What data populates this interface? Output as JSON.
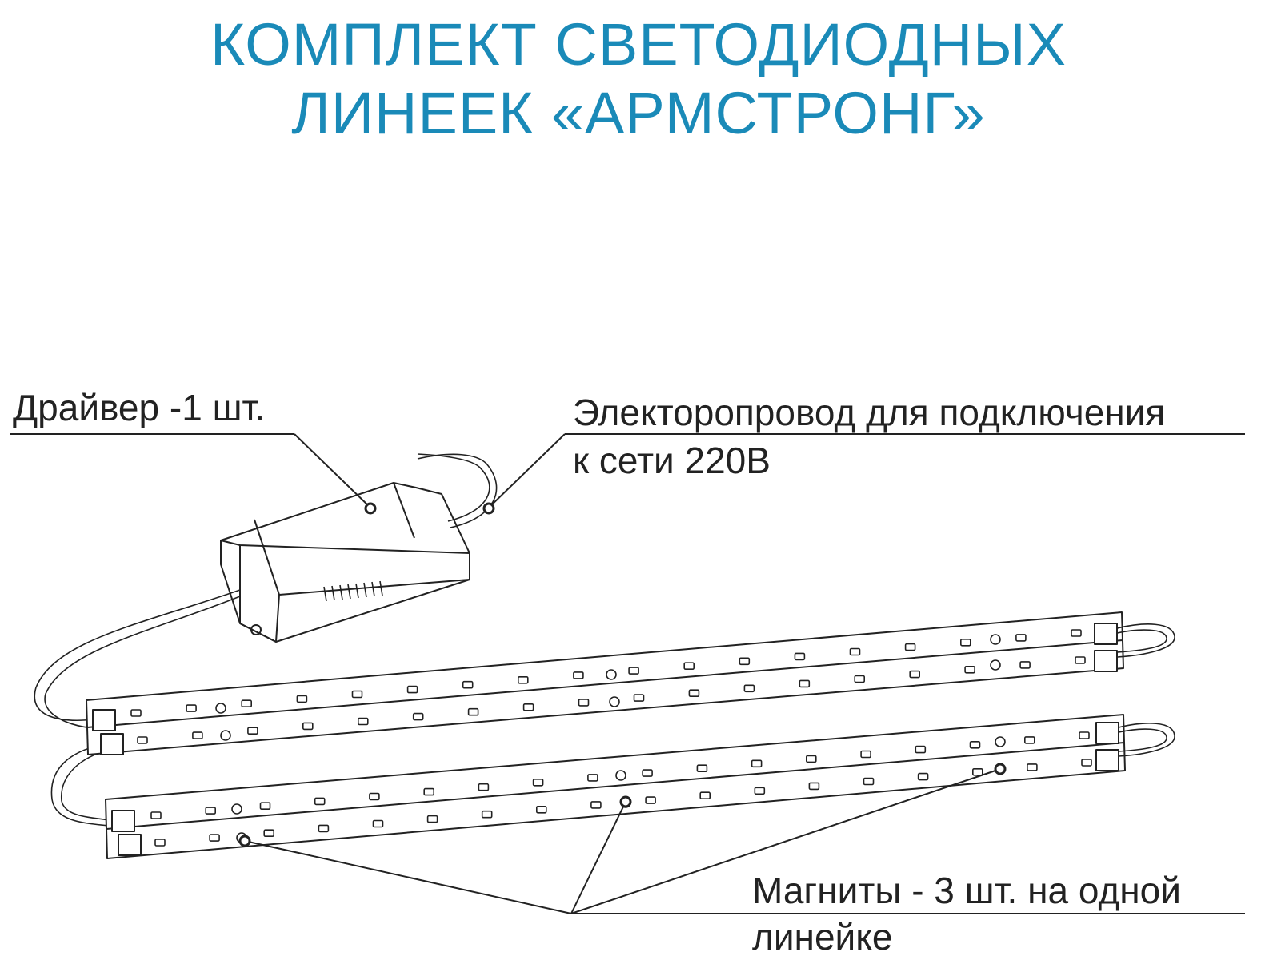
{
  "title": {
    "line1": "КОМПЛЕКТ СВЕТОДИОДНЫХ",
    "line2": "ЛИНЕЕК «АРМСТРОНГ»"
  },
  "callouts": {
    "driver": "Драйвер -1 шт.",
    "cable_line1": "Электоропровод для подключения",
    "cable_line2": "к сети 220В",
    "magnets_line1": "Магниты - 3 шт. на одной",
    "magnets_line2": "линейке"
  },
  "colors": {
    "title": "#1a8ab8",
    "ink": "#222222"
  }
}
